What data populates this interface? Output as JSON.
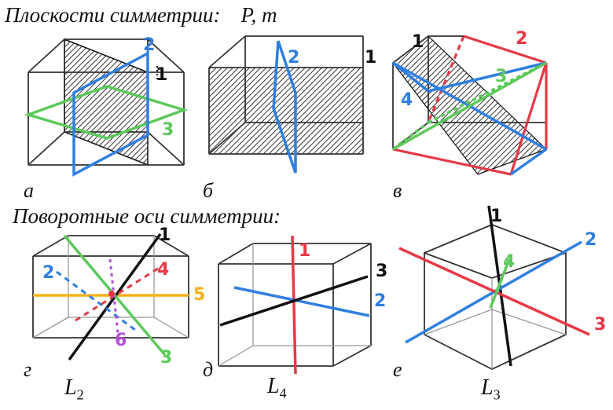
{
  "title_planes": "Плоскости симметрии:",
  "planes_symbols": "P, m",
  "title_axes": "Поворотные оси симметрии:",
  "panels": [
    "а",
    "б",
    "в",
    "г",
    "д",
    "е"
  ],
  "axis_names": [
    {
      "base": "L",
      "sub": "2"
    },
    {
      "base": "L",
      "sub": "4"
    },
    {
      "base": "L",
      "sub": "3"
    }
  ],
  "numbers": {
    "a": [
      "1",
      "2",
      "3"
    ],
    "b": [
      "1",
      "2"
    ],
    "v": [
      "1",
      "2",
      "3",
      "4"
    ],
    "g": [
      "1",
      "2",
      "3",
      "4",
      "5",
      "6"
    ],
    "d": [
      "1",
      "2",
      "3"
    ],
    "e": [
      "1",
      "2",
      "3",
      "4"
    ]
  },
  "colors": {
    "black": "#111111",
    "blue": "#2f7fe0",
    "green": "#5cc95a",
    "red": "#e63946",
    "orange": "#f5b21c",
    "purple": "#b24fd6",
    "hatch": "#333333"
  }
}
